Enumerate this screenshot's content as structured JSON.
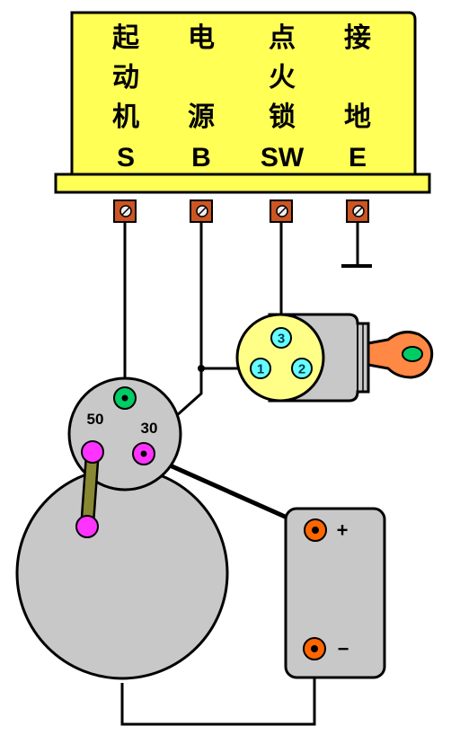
{
  "relay": {
    "terminals": [
      {
        "name_lines": [
          "起",
          "动",
          "机"
        ],
        "code": "S"
      },
      {
        "name_lines": [
          "电",
          "",
          "源"
        ],
        "code": "B"
      },
      {
        "name_lines": [
          "点",
          "火",
          "锁"
        ],
        "code": "SW"
      },
      {
        "name_lines": [
          "接",
          "",
          "地"
        ],
        "code": "E"
      }
    ]
  },
  "starter": {
    "terminal_50": "50",
    "terminal_30": "30"
  },
  "ignition_switch": {
    "contacts": [
      "1",
      "2",
      "3"
    ]
  },
  "battery": {
    "positive": "+",
    "negative": "−"
  },
  "colors": {
    "relay_body": "#ffff55",
    "starter_body": "#c8c8c8",
    "terminal_green": "#00cc66",
    "terminal_magenta": "#ff33ff",
    "switch_contact": "#66ffff",
    "battery_terminal": "#ff6600",
    "key_color": "#ff8844",
    "lever_color": "#888833"
  }
}
